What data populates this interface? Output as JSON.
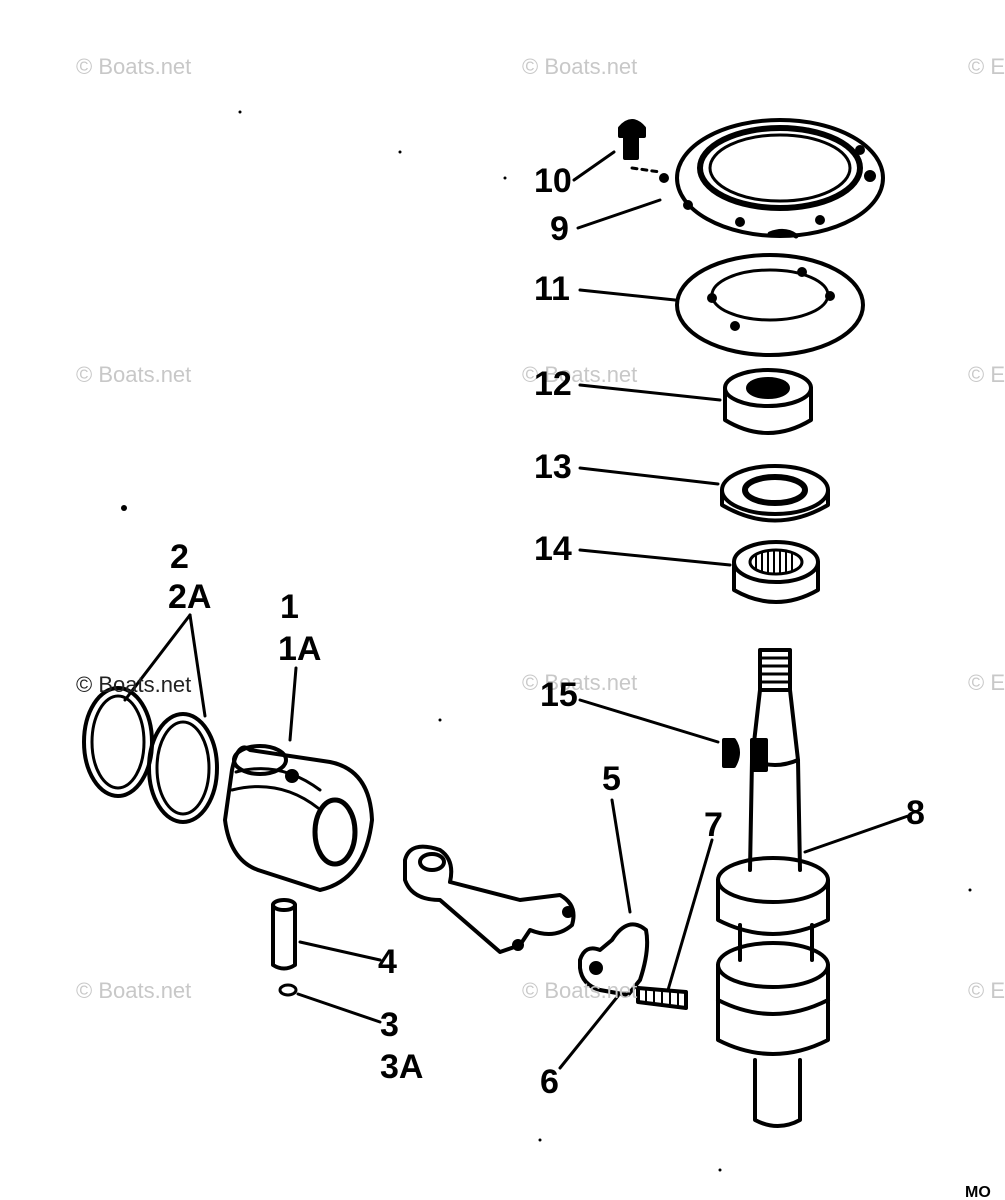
{
  "watermarks": [
    "© Boats.net",
    "© Boats.net",
    "© Boats.net",
    "© Boats.net",
    "© Boats.net",
    "© Boats.net",
    "© Boats.net",
    "© Boats.net",
    "© E",
    "© E",
    "© E",
    "© E"
  ],
  "labels": {
    "l10": "10",
    "l9": "9",
    "l11": "11",
    "l12": "12",
    "l13": "13",
    "l14": "14",
    "l15": "15",
    "l2": "2",
    "l2a": "2A",
    "l1": "1",
    "l1a": "1A",
    "l5": "5",
    "l7": "7",
    "l8": "8",
    "l4": "4",
    "l3": "3",
    "l3a": "3A",
    "l6": "6"
  },
  "corner_text": "MO",
  "colors": {
    "ink": "#000000",
    "watermark": "#c8c8c8",
    "background": "#ffffff"
  }
}
